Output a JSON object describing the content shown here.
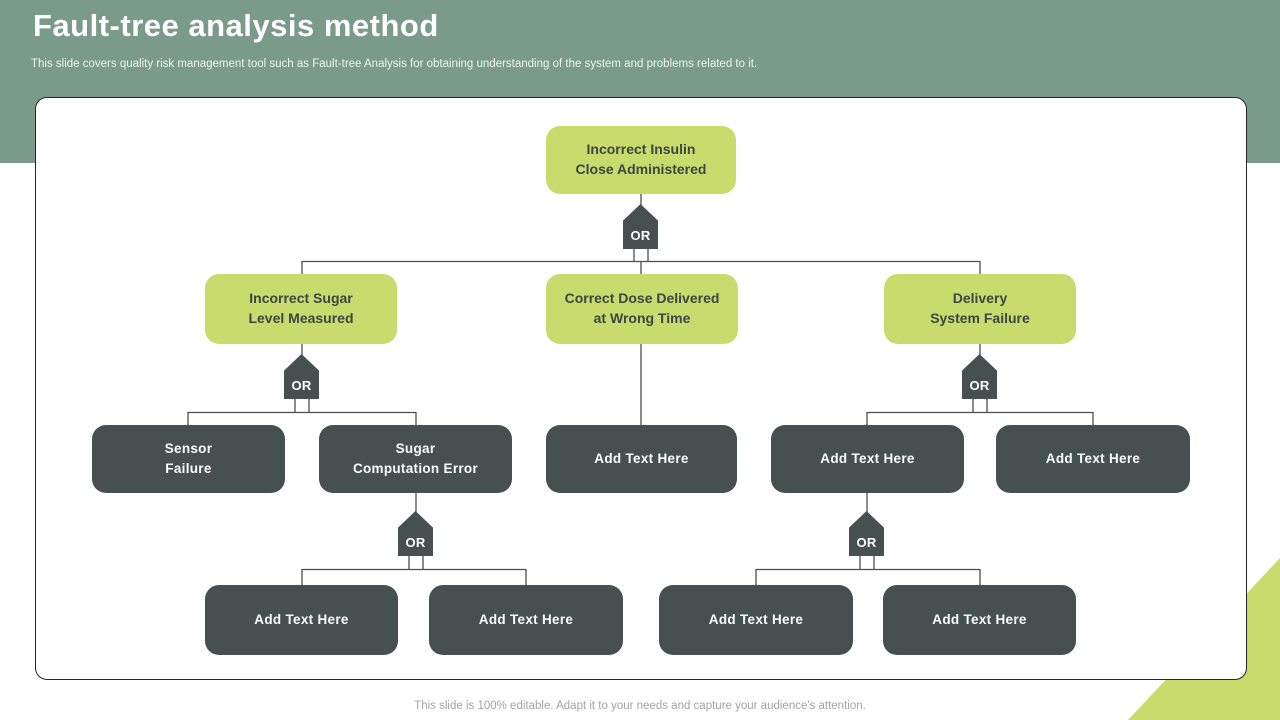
{
  "header": {
    "title": "Fault-tree analysis method",
    "subtitle": "This slide covers quality risk management tool such as Fault-tree Analysis for obtaining understanding of the system and problems related to it."
  },
  "footer": {
    "note": "This slide is 100% editable. Adapt it to your needs and capture your audience's attention."
  },
  "colors": {
    "header_bg": "#7a9b8a",
    "green": "#c9db6c",
    "slate": "#46504f",
    "line": "#4d4d4d",
    "card_border": "#262626",
    "footer_text": "#a3a3a3",
    "green_node_text": "#3f4545"
  },
  "tree": {
    "gate_label": "OR",
    "root": {
      "label": "Incorrect Insulin\nClose Administered"
    },
    "level2": [
      {
        "label": "Incorrect Sugar\nLevel Measured"
      },
      {
        "label": "Correct Dose Delivered\nat Wrong Time"
      },
      {
        "label": "Delivery\nSystem Failure"
      }
    ],
    "level3": [
      {
        "label": "Sensor\nFailure"
      },
      {
        "label": "Sugar\nComputation Error"
      },
      {
        "label": "Add Text Here"
      },
      {
        "label": "Add Text Here"
      },
      {
        "label": "Add Text Here"
      }
    ],
    "level4": [
      {
        "label": "Add Text Here"
      },
      {
        "label": "Add Text Here"
      },
      {
        "label": "Add Text Here"
      },
      {
        "label": "Add Text Here"
      }
    ]
  }
}
